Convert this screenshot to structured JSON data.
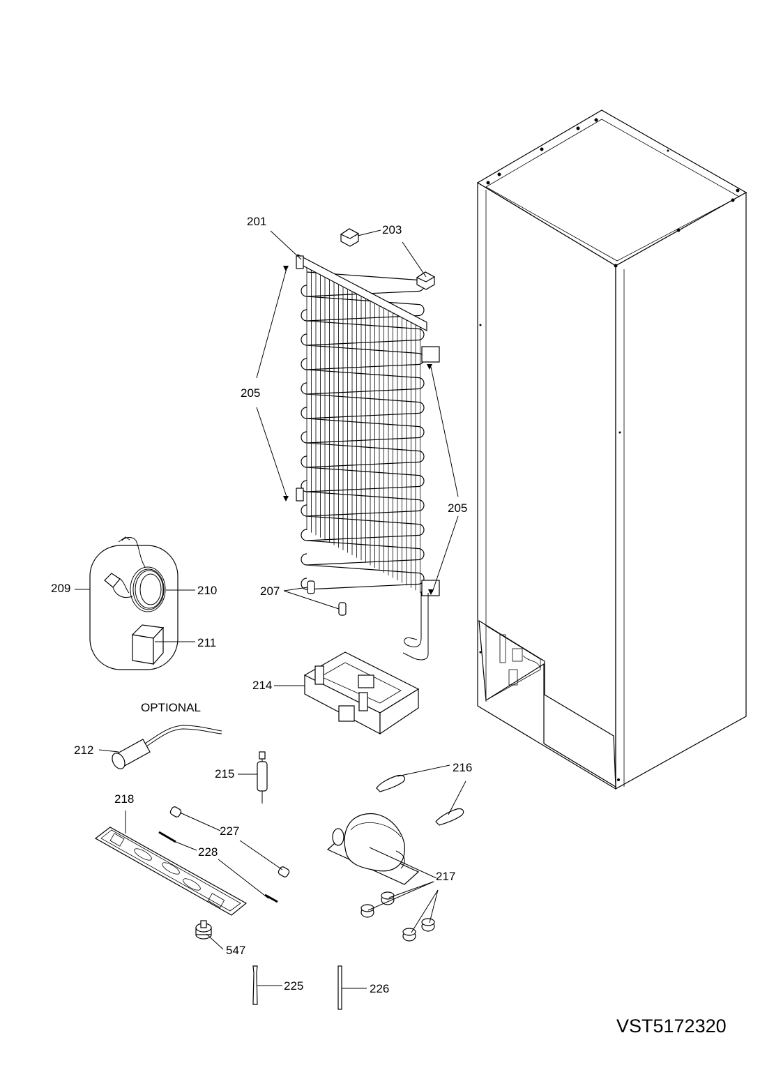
{
  "diagram": {
    "optional_note": "OPTIONAL",
    "drawing_code": "VST5172320",
    "labels": {
      "p201": "201",
      "p203": "203",
      "p205a": "205",
      "p205b": "205",
      "p207": "207",
      "p209": "209",
      "p210": "210",
      "p211": "211",
      "p212": "212",
      "p214": "214",
      "p215": "215",
      "p216": "216",
      "p217": "217",
      "p218": "218",
      "p225": "225",
      "p226": "226",
      "p227": "227",
      "p228": "228",
      "p547": "547"
    }
  }
}
